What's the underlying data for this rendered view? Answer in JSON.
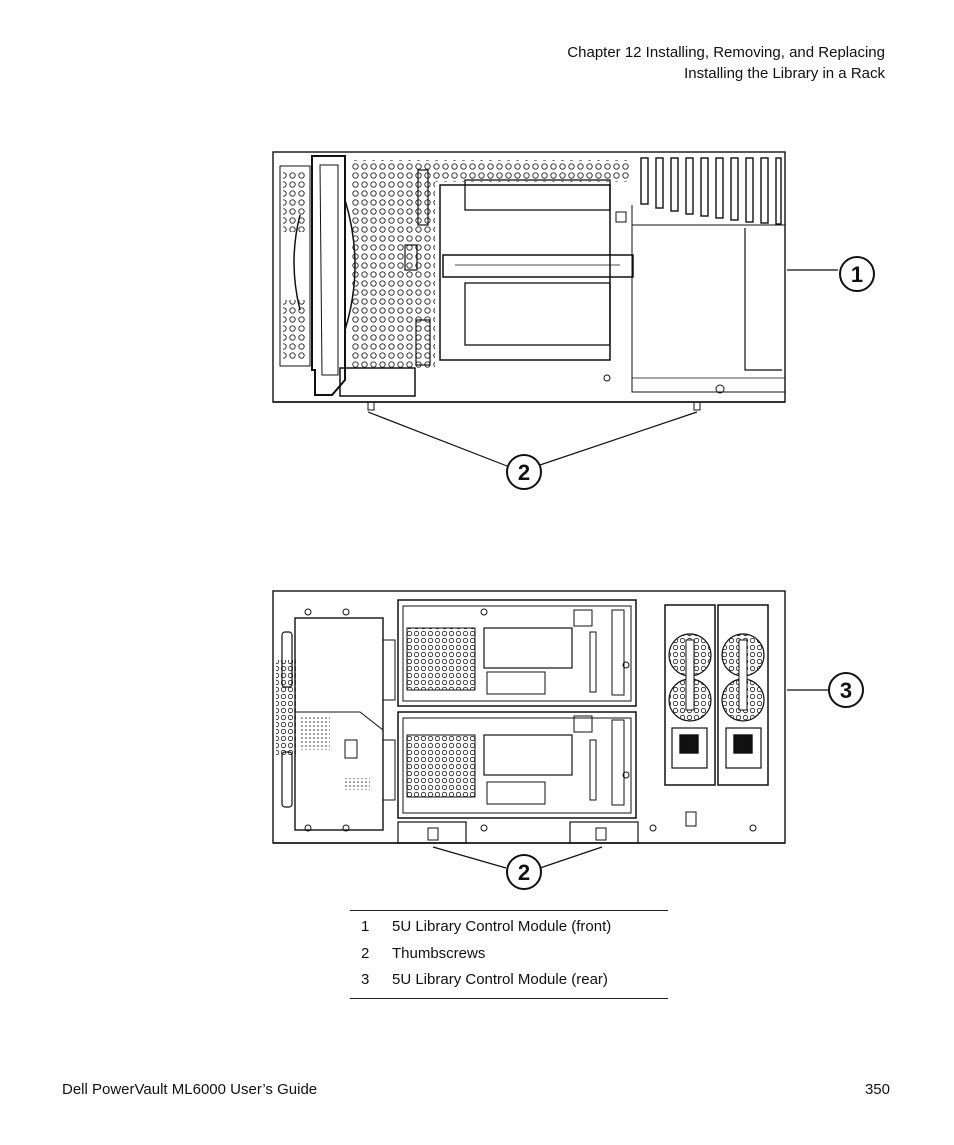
{
  "header": {
    "chapter": "Chapter 12  Installing, Removing, and Replacing",
    "section": "Installing the Library in a Rack"
  },
  "figure_front": {
    "callouts": [
      "1",
      "2"
    ]
  },
  "figure_rear": {
    "callouts": [
      "3",
      "2"
    ]
  },
  "legend": {
    "items": [
      {
        "num": "1",
        "desc": "5U Library Control Module (front)"
      },
      {
        "num": "2",
        "desc": "Thumbscrews"
      },
      {
        "num": "3",
        "desc": "5U Library Control Module (rear)"
      }
    ]
  },
  "footer": {
    "guide": "Dell PowerVault ML6000 User’s Guide",
    "page": "350"
  }
}
